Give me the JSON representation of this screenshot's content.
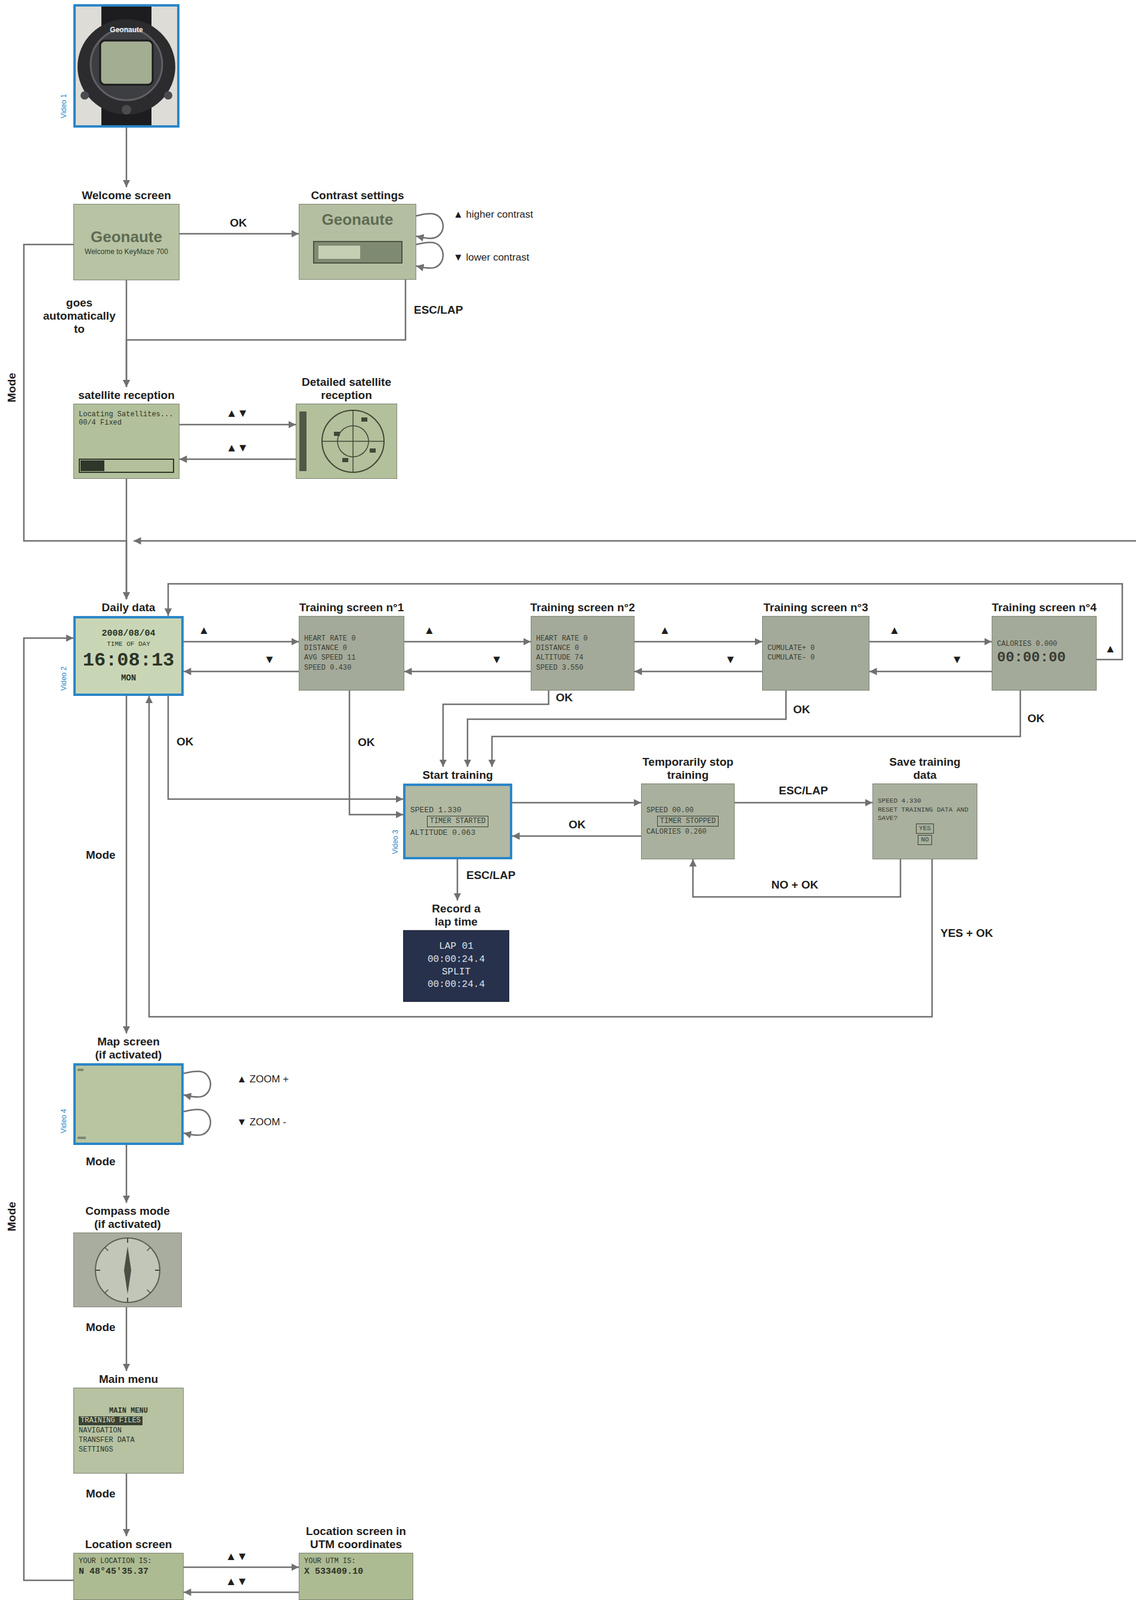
{
  "diagram": {
    "nodes": [
      {
        "text": [
          "Geonaute"
        ]
      },
      {
        "text": [
          "Welcome screen",
          "Geonaute",
          "Welcome to KeyMaze 700"
        ]
      },
      {
        "text": [
          "Contrast settings",
          "Geonaute"
        ]
      },
      {
        "text": [
          "satellite reception",
          "Locating Satellites... 00/4 Fixed"
        ]
      },
      {
        "text": [
          "Detailed satellite reception"
        ]
      },
      {
        "text": [
          "Daily data",
          "2008/08/04",
          "TIME OF DAY",
          "16:08:13",
          "MON"
        ]
      },
      {
        "text": [
          "Training screen n°1",
          "HEART RATE 0",
          "DISTANCE 0",
          "AVG SPEED 11",
          "SPEED 0.430"
        ]
      },
      {
        "text": [
          "Training screen n°2",
          "HEART RATE 0",
          "DISTANCE 0",
          "ALTITUDE 74",
          "SPEED 3.550"
        ]
      },
      {
        "text": [
          "Training screen n°3",
          "CUMULATE+ 0",
          "CUMULATE- 0"
        ]
      },
      {
        "text": [
          "Training screen n°4",
          "CALORIES 0.000",
          "00:00:00"
        ]
      },
      {
        "text": [
          "Start training",
          "SPEED 1.330",
          "TIMER STARTED",
          "ALTITUDE 0.063"
        ]
      },
      {
        "text": [
          "Temporarily stop training",
          "SPEED 00.00",
          "TIMER STOPPED",
          "CALORIES 0.260"
        ]
      },
      {
        "text": [
          "Save training data",
          "SPEED 4.330",
          "RESET TRAINING DATA AND SAVE?",
          "YES",
          "NO"
        ]
      },
      {
        "text": [
          "Record a lap time",
          "LAP 01",
          "00:00:24.4",
          "SPLIT",
          "00:00:24.4"
        ]
      },
      {
        "text": [
          "Map screen (if activated)"
        ]
      },
      {
        "text": [
          "Compass mode (if activated)"
        ]
      },
      {
        "text": [
          "Main menu",
          "MAIN MENU",
          "TRAINING FILES",
          "NAVIGATION",
          "TRANSFER DATA",
          "SETTINGS"
        ]
      },
      {
        "text": [
          "Location screen",
          "YOUR LOCATION IS:",
          "N 48°45'35.37"
        ]
      },
      {
        "text": [
          "Location screen in UTM coordinates",
          "YOUR UTM IS:",
          "X 533409.10"
        ]
      }
    ],
    "edges": [
      {
        "from": 0,
        "to": 1,
        "arrow": "to"
      },
      {
        "from": 1,
        "to": 2,
        "label": "OK",
        "arrow": "to"
      },
      {
        "from": 2,
        "to": 2,
        "label": "▲ higher contrast",
        "arrow": "to"
      },
      {
        "from": 2,
        "to": 2,
        "label": "▼ lower contrast",
        "arrow": "to"
      },
      {
        "from": 2,
        "to": 3,
        "label": "ESC/LAP",
        "arrow": "to"
      },
      {
        "from": 1,
        "to": 3,
        "label": "goes automatically to",
        "arrow": "to"
      },
      {
        "from": 3,
        "to": 4,
        "label": "▲▼",
        "arrow": "to"
      },
      {
        "from": 4,
        "to": 3,
        "label": "▲▼",
        "arrow": "to"
      },
      {
        "from": 3,
        "to": 5,
        "arrow": "to"
      },
      {
        "from": 1,
        "to": 5,
        "label": "Mode",
        "arrow": "to"
      },
      {
        "from": 5,
        "to": 6,
        "label": "▲",
        "arrow": "to"
      },
      {
        "from": 6,
        "to": 5,
        "label": "▼",
        "arrow": "to"
      },
      {
        "from": 6,
        "to": 7,
        "label": "▲",
        "arrow": "to"
      },
      {
        "from": 7,
        "to": 6,
        "label": "▼",
        "arrow": "to"
      },
      {
        "from": 7,
        "to": 8,
        "label": "▲",
        "arrow": "to"
      },
      {
        "from": 8,
        "to": 7,
        "label": "▼",
        "arrow": "to"
      },
      {
        "from": 8,
        "to": 9,
        "label": "▲",
        "arrow": "to"
      },
      {
        "from": 9,
        "to": 8,
        "label": "▼",
        "arrow": "to"
      },
      {
        "from": 9,
        "to": 5,
        "label": "▲",
        "arrow": "to"
      },
      {
        "from": 5,
        "to": 10,
        "label": "OK",
        "arrow": "to"
      },
      {
        "from": 6,
        "to": 10,
        "label": "OK",
        "arrow": "to"
      },
      {
        "from": 7,
        "to": 10,
        "label": "OK",
        "arrow": "to"
      },
      {
        "from": 8,
        "to": 10,
        "label": "OK",
        "arrow": "to"
      },
      {
        "from": 9,
        "to": 10,
        "label": "OK",
        "arrow": "to"
      },
      {
        "from": 10,
        "to": 11,
        "arrow": "to"
      },
      {
        "from": 11,
        "to": 10,
        "label": "OK",
        "arrow": "to"
      },
      {
        "from": 11,
        "to": 12,
        "label": "ESC/LAP",
        "arrow": "to"
      },
      {
        "from": 12,
        "to": 11,
        "label": "NO + OK",
        "arrow": "to"
      },
      {
        "from": 12,
        "to": 5,
        "label": "YES + OK",
        "arrow": "to"
      },
      {
        "from": 10,
        "to": 13,
        "label": "ESC/LAP",
        "arrow": "to"
      },
      {
        "from": 5,
        "to": 14,
        "label": "Mode",
        "arrow": "to"
      },
      {
        "from": 14,
        "to": 14,
        "label": "▲ ZOOM +",
        "arrow": "to"
      },
      {
        "from": 14,
        "to": 14,
        "label": "▼ ZOOM -",
        "arrow": "to"
      },
      {
        "from": 14,
        "to": 15,
        "label": "Mode",
        "arrow": "to"
      },
      {
        "from": 15,
        "to": 16,
        "label": "Mode",
        "arrow": "to"
      },
      {
        "from": 16,
        "to": 17,
        "label": "Mode",
        "arrow": "to"
      },
      {
        "from": 17,
        "to": 18,
        "label": "▲▼",
        "arrow": "to"
      },
      {
        "from": 18,
        "to": 17,
        "label": "▲▼",
        "arrow": "to"
      },
      {
        "from": 17,
        "to": 5,
        "label": "Mode",
        "arrow": "to"
      }
    ],
    "labels": [
      "Video 1",
      "Video 2",
      "Video 3",
      "Video 4"
    ]
  }
}
